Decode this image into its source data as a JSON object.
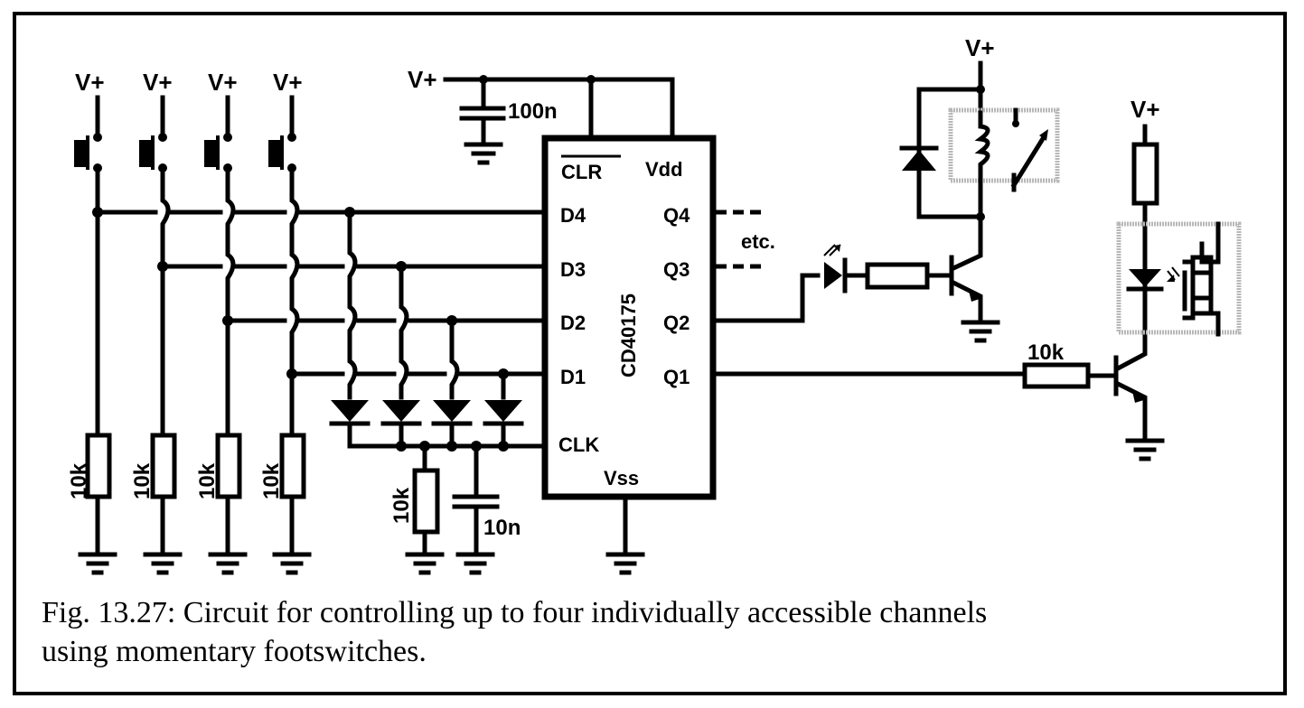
{
  "figure": {
    "caption_line1": "Fig. 13.27: Circuit for controlling up to four individually accessible channels",
    "caption_line2": "using momentary footswitches."
  },
  "supply_label": "V+",
  "switches": [
    {
      "supply": "V+",
      "pulldown": "10k"
    },
    {
      "supply": "V+",
      "pulldown": "10k"
    },
    {
      "supply": "V+",
      "pulldown": "10k"
    },
    {
      "supply": "V+",
      "pulldown": "10k"
    }
  ],
  "ic": {
    "part": "CD40175",
    "pins_left": [
      "CLR",
      "D4",
      "D3",
      "D2",
      "D1",
      "CLK"
    ],
    "pins_right": [
      "Vdd",
      "Q4",
      "Q3",
      "Q2",
      "Q1"
    ],
    "pin_bottom": "Vss",
    "clr_inverted": true
  },
  "decoupling_cap": {
    "supply": "V+",
    "value": "100n"
  },
  "clock_network": {
    "resistor": "10k",
    "capacitor": "10n",
    "diodes": 4
  },
  "continuation_label": "etc.",
  "relay_driver": {
    "supply": "V+",
    "components": [
      "LED",
      "resistor",
      "NPN transistor",
      "flyback diode",
      "relay coil",
      "relay contact"
    ]
  },
  "optomos_driver": {
    "supply": "V+",
    "base_resistor": "10k",
    "components": [
      "resistor",
      "LED",
      "MOSFET pair",
      "NPN transistor"
    ]
  }
}
